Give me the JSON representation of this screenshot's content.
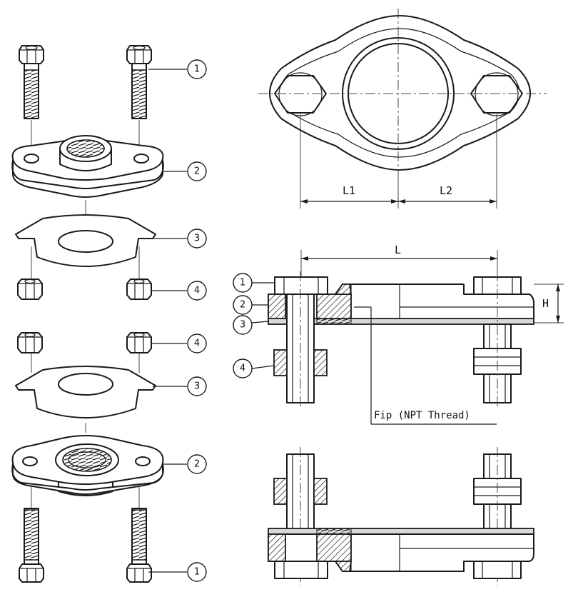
{
  "callouts": {
    "bolt": "1",
    "flange": "2",
    "gasket": "3",
    "nut": "4"
  },
  "dimensions": {
    "l1": "L1",
    "l2": "L2",
    "l": "L",
    "h": "H"
  },
  "notes": {
    "thread": "Fip (NPT Thread)"
  }
}
